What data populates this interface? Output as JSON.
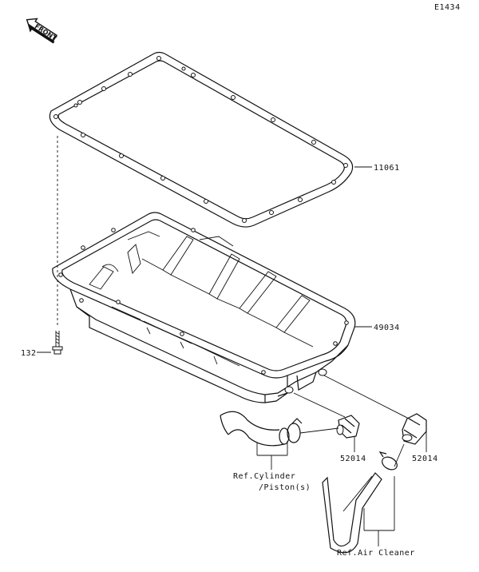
{
  "diagram": {
    "code": "E1434",
    "orientation_badge": "FRONT",
    "parts": [
      {
        "number": "11061"
      },
      {
        "number": "49034"
      },
      {
        "number": "132"
      },
      {
        "number": "52014"
      },
      {
        "number": "52014"
      }
    ],
    "references": [
      {
        "line1": "Ref.Cylinder",
        "line2": "/Piston(s)"
      },
      {
        "line1": "Ref.Air Cleaner"
      }
    ]
  }
}
